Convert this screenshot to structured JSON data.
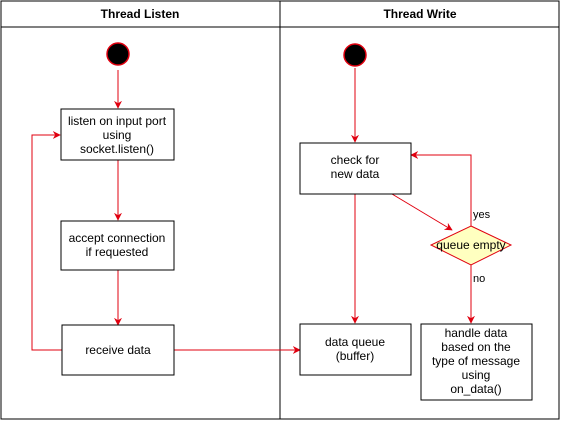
{
  "lanes": [
    {
      "title": "Thread Listen"
    },
    {
      "title": "Thread Write"
    }
  ],
  "nodes": {
    "listen": [
      "listen on input port",
      "using",
      "socket.listen()"
    ],
    "accept": [
      "accept connection",
      "if requested"
    ],
    "receive": [
      "receive data"
    ],
    "check": [
      "check for",
      "new data"
    ],
    "decision": [
      "queue empty"
    ],
    "queue": [
      "data queue",
      "(buffer)"
    ],
    "handle": [
      "handle data",
      "based on the",
      "type of message",
      "using",
      "on_data()"
    ]
  },
  "edge_labels": {
    "yes": "yes",
    "no": "no"
  },
  "colors": {
    "edge": "#e0000f",
    "border": "#000000",
    "decision_fill": "#ffffc0",
    "decision_stroke": "#e0000f",
    "start_fill": "#000000"
  }
}
